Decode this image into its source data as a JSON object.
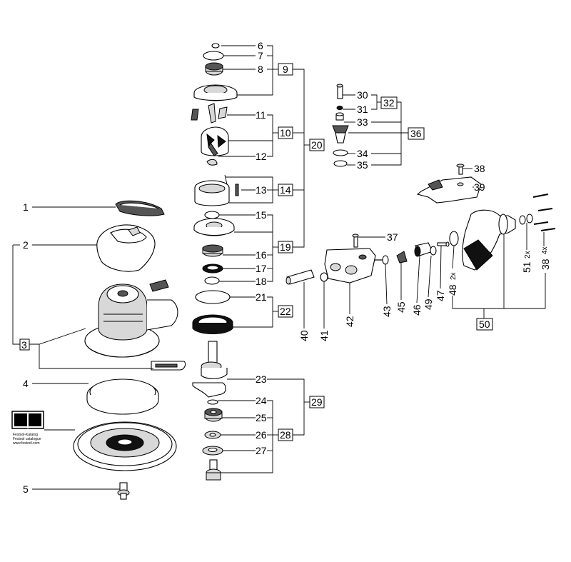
{
  "labels": {
    "p1": "1",
    "p2": "2",
    "p3": "3",
    "p4": "4",
    "p5": "5",
    "p6": "6",
    "p7": "7",
    "p8": "8",
    "p9": "9",
    "p10": "10",
    "p11": "11",
    "p12": "12",
    "p13": "13",
    "p14": "14",
    "p15": "15",
    "p16": "16",
    "p17": "17",
    "p18": "18",
    "p19": "19",
    "p20": "20",
    "p21": "21",
    "p22": "22",
    "p23": "23",
    "p24": "24",
    "p25": "25",
    "p26": "26",
    "p27": "27",
    "p28": "28",
    "p29": "29",
    "p30": "30",
    "p31": "31",
    "p32": "32",
    "p33": "33",
    "p34": "34",
    "p35": "35",
    "p36": "36",
    "p37": "37",
    "p38a": "38",
    "p38b": "38",
    "p39": "39",
    "p40": "40",
    "p41": "41",
    "p42": "42",
    "p43": "43",
    "p45": "45",
    "p46": "46",
    "p47": "47",
    "p48": "48",
    "p49": "49",
    "p50": "50",
    "p51": "51"
  },
  "quantities": {
    "q48": "2x",
    "q51": "2x",
    "q38": "4x"
  },
  "catalog": {
    "line1": "Festool-Katalog",
    "line2": "Festool catalogue",
    "line3": "www.festool.com"
  }
}
